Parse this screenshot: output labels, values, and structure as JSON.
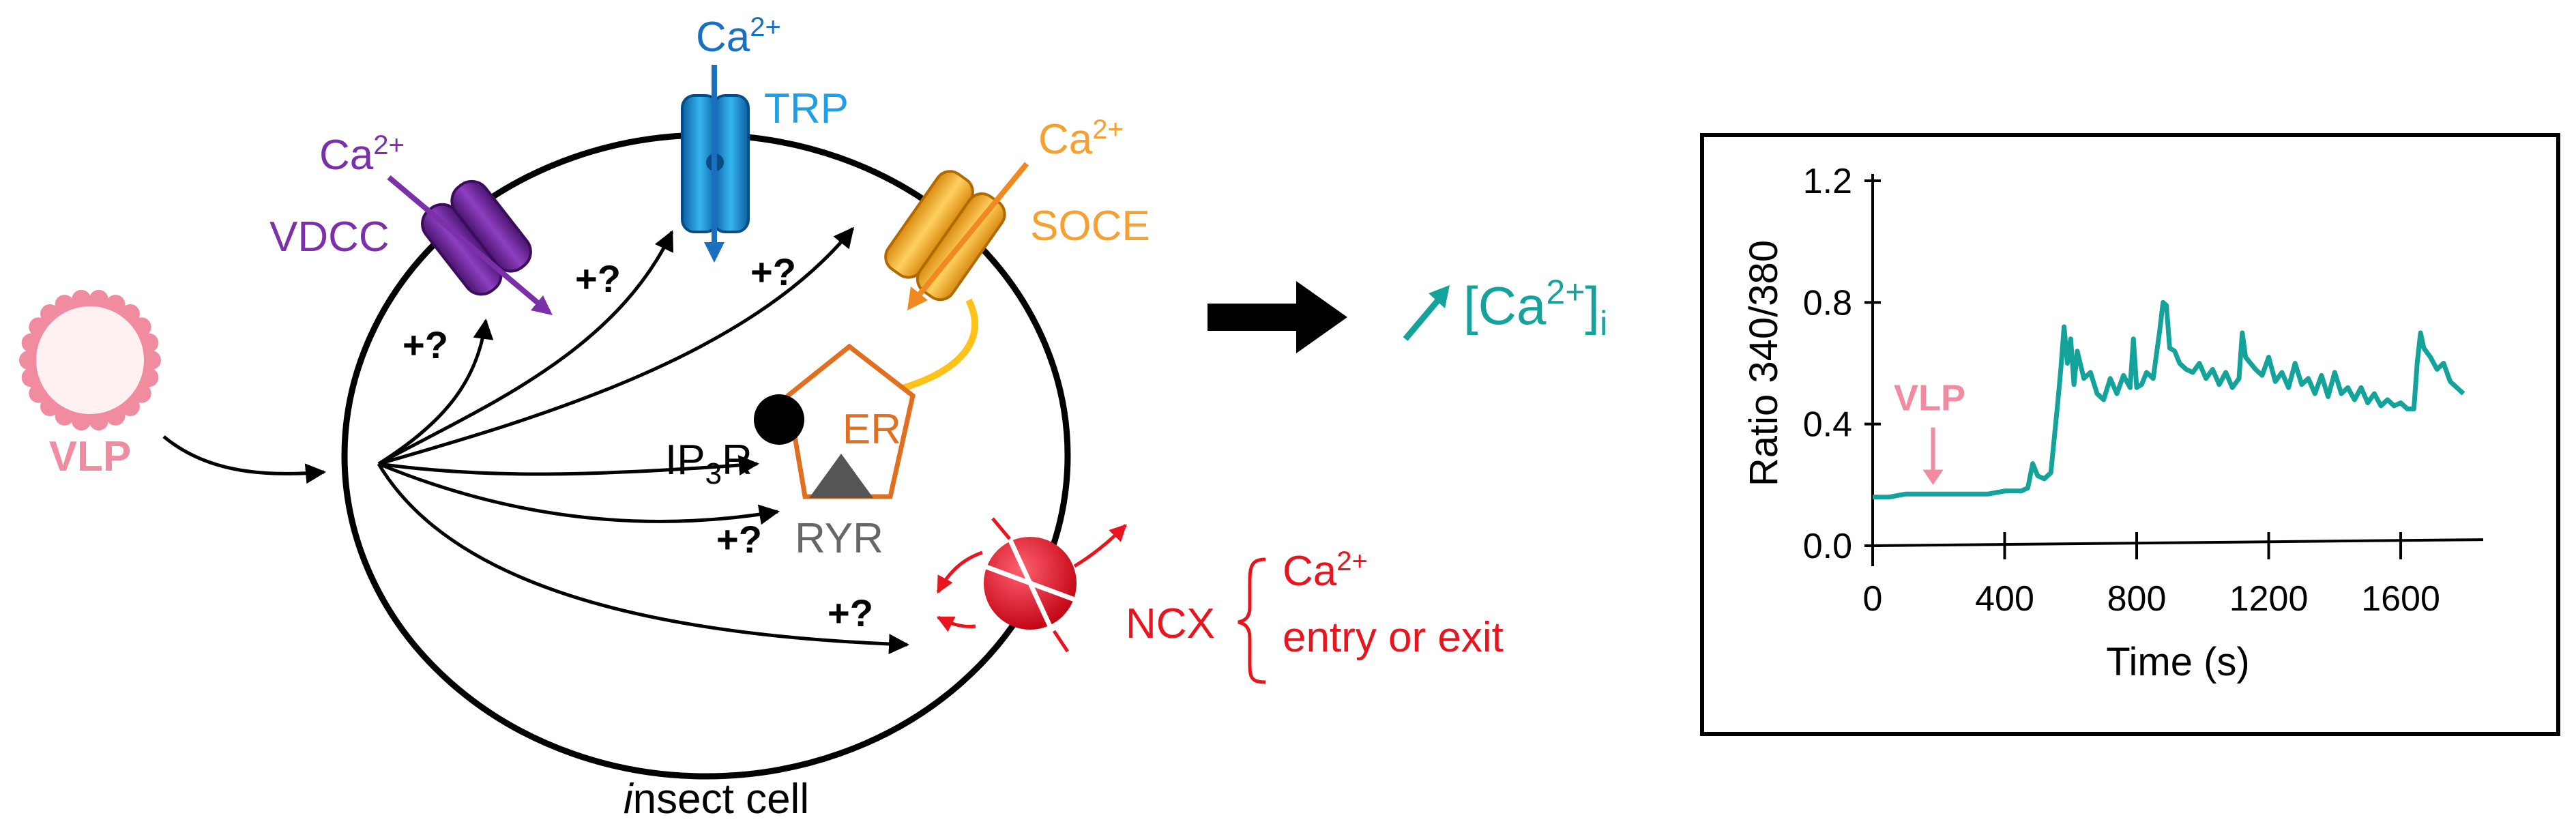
{
  "vlp": {
    "label": "VLP",
    "color": "#F08BA0"
  },
  "cell": {
    "label_prefix": "i",
    "label_rest": "nsect cell"
  },
  "channels": {
    "vdcc": {
      "name": "VDCC",
      "ion": "Ca",
      "charge": "2+",
      "color": "#7B2FA8"
    },
    "trp": {
      "name": "TRP",
      "ion": "Ca",
      "charge": "2+",
      "color": "#1FA0E6"
    },
    "soce": {
      "name": "SOCE",
      "ion": "Ca",
      "charge": "2+",
      "color": "#F5A030"
    },
    "ncx": {
      "name": "NCX",
      "ion": "Ca",
      "charge": "2+",
      "note": "entry or exit",
      "color": "#E8141E"
    }
  },
  "er": {
    "label": "ER",
    "color": "#E07020"
  },
  "ip3r": {
    "label_a": "IP",
    "label_sub": "3",
    "label_b": "R"
  },
  "ryr": {
    "label": "RYR",
    "color": "#555555"
  },
  "unknown_marker": "+?",
  "result": {
    "pre": "[Ca",
    "sup": "2+",
    "post": "]",
    "sub": "i",
    "color": "#13A39B"
  },
  "chart_data": {
    "type": "line",
    "xlabel": "Time (s)",
    "ylabel": "Ratio 340/380",
    "x_ticks": [
      "0",
      "400",
      "800",
      "1200",
      "1600"
    ],
    "y_ticks": [
      "0.0",
      "0.4",
      "0.8",
      "1.2"
    ],
    "xlim": [
      0,
      1850
    ],
    "ylim": [
      0,
      1.2
    ],
    "annotation": {
      "text": "VLP",
      "x": 90,
      "color": "#F08BA0"
    },
    "series_color": "#13A39B",
    "x": [
      0,
      50,
      100,
      150,
      200,
      250,
      300,
      350,
      400,
      450,
      470,
      485,
      500,
      520,
      540,
      560,
      570,
      580,
      590,
      600,
      610,
      620,
      640,
      660,
      680,
      700,
      720,
      740,
      760,
      780,
      790,
      800,
      815,
      830,
      850,
      870,
      880,
      890,
      900,
      915,
      930,
      950,
      970,
      990,
      1010,
      1030,
      1050,
      1070,
      1090,
      1110,
      1120,
      1130,
      1145,
      1160,
      1180,
      1200,
      1220,
      1240,
      1260,
      1280,
      1300,
      1320,
      1340,
      1360,
      1380,
      1400,
      1420,
      1440,
      1460,
      1480,
      1500,
      1520,
      1540,
      1560,
      1580,
      1600,
      1620,
      1640,
      1650,
      1660,
      1670,
      1690,
      1710,
      1730,
      1750,
      1770,
      1790
    ],
    "y": [
      0.16,
      0.16,
      0.17,
      0.17,
      0.17,
      0.17,
      0.17,
      0.17,
      0.18,
      0.18,
      0.19,
      0.27,
      0.23,
      0.22,
      0.24,
      0.46,
      0.58,
      0.72,
      0.6,
      0.68,
      0.53,
      0.64,
      0.55,
      0.57,
      0.5,
      0.48,
      0.55,
      0.5,
      0.56,
      0.52,
      0.68,
      0.52,
      0.53,
      0.57,
      0.55,
      0.71,
      0.8,
      0.79,
      0.65,
      0.64,
      0.6,
      0.58,
      0.57,
      0.6,
      0.55,
      0.58,
      0.53,
      0.57,
      0.52,
      0.55,
      0.7,
      0.62,
      0.6,
      0.58,
      0.56,
      0.62,
      0.54,
      0.57,
      0.52,
      0.6,
      0.53,
      0.55,
      0.5,
      0.56,
      0.49,
      0.57,
      0.5,
      0.52,
      0.48,
      0.52,
      0.47,
      0.5,
      0.46,
      0.48,
      0.46,
      0.47,
      0.45,
      0.45,
      0.6,
      0.7,
      0.65,
      0.62,
      0.58,
      0.6,
      0.54,
      0.52,
      0.5
    ]
  }
}
